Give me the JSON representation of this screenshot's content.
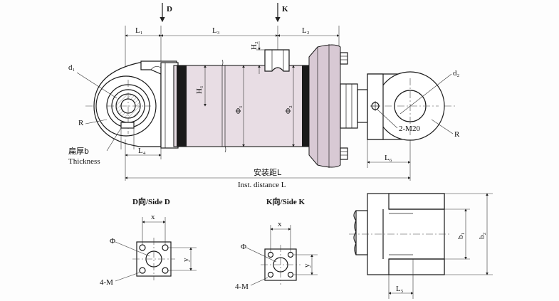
{
  "markers": {
    "d": "D",
    "k": "K"
  },
  "dims": {
    "l1": "L₁",
    "l3": "L₃",
    "l2": "L₂",
    "l4": "L₄",
    "l6": "L₆",
    "l5": "L₅",
    "h2": "H₂",
    "h1": "H₁",
    "phi1": "Φ₁",
    "phi2": "Φ₂",
    "d1": "d₁",
    "d2": "d₂",
    "r_left": "R",
    "r_right": "R",
    "m20": "2-M20",
    "b1": "b₁",
    "b2": "b₂"
  },
  "thickness": {
    "cn": "扁厚b",
    "en": "Thickness"
  },
  "install": {
    "cn": "安装距L",
    "en": "Inst. distance L"
  },
  "side_d": {
    "title": "D向/Side D",
    "x": "x",
    "y": "y",
    "phi": "Φ",
    "m": "4-M"
  },
  "side_k": {
    "title": "K向/Side K",
    "x": "x",
    "y": "y",
    "phi": "Φ",
    "m": "4-M"
  }
}
